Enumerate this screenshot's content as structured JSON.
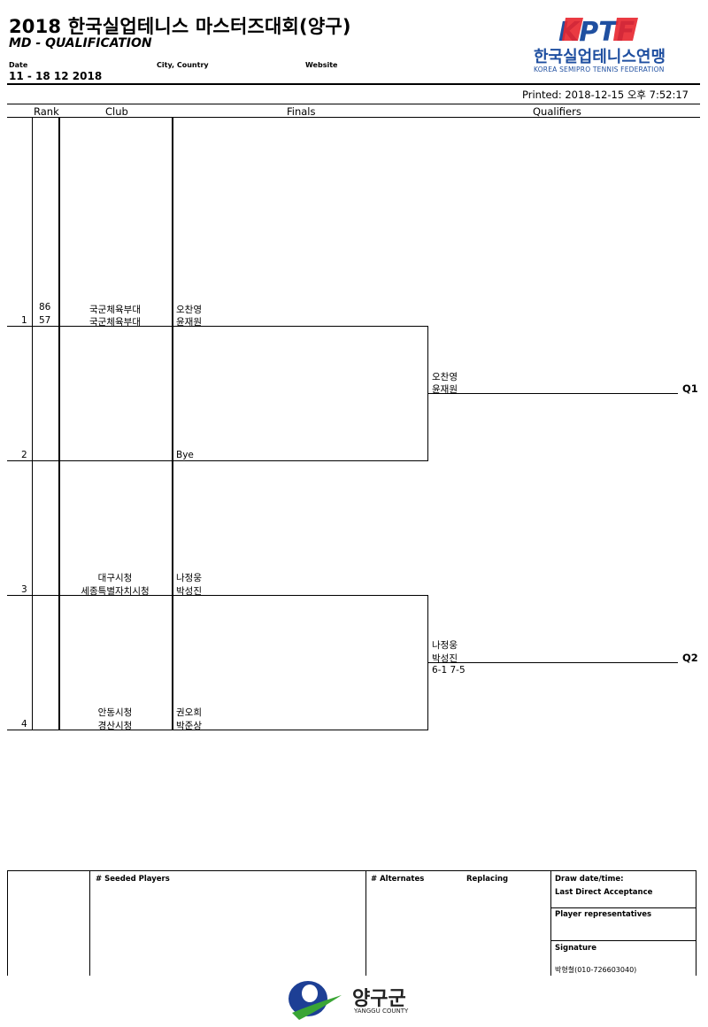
{
  "header": {
    "title": "2018 한국실업테니스 마스터즈대회(양구)",
    "subtitle": "MD - QUALIFICATION",
    "date_label": "Date",
    "date_value": "11 - 18 12 2018",
    "city_label": "City, Country",
    "website_label": "Website",
    "printed": "Printed: 2018-12-15 오후 7:52:17"
  },
  "logo": {
    "kptf_text": "KPTF",
    "org_korean": "한국실업테니스연맹",
    "org_english": "KOREA SEMIPRO TENNIS FEDERATION"
  },
  "columns": {
    "rank": "Rank",
    "club": "Club",
    "finals": "Finals",
    "qualifiers": "Qualifiers"
  },
  "draw": [
    {
      "pos": "1",
      "ranks": [
        "86",
        "57"
      ],
      "clubs": [
        "국군체육부대",
        "국군체육부대"
      ],
      "players": [
        "오찬영",
        "윤재원"
      ]
    },
    {
      "pos": "2",
      "ranks": [
        "",
        ""
      ],
      "clubs": [
        "",
        ""
      ],
      "players": [
        "",
        "Bye"
      ]
    },
    {
      "pos": "3",
      "ranks": [
        "",
        ""
      ],
      "clubs": [
        "대구시청",
        "세종특별자치시청"
      ],
      "players": [
        "나정웅",
        "박성진"
      ]
    },
    {
      "pos": "4",
      "ranks": [
        "",
        ""
      ],
      "clubs": [
        "안동시청",
        "경산시청"
      ],
      "players": [
        "권오희",
        "박준상"
      ]
    }
  ],
  "qualifiers": [
    {
      "label": "Q1",
      "players": [
        "오찬영",
        "윤재원"
      ],
      "score": ""
    },
    {
      "label": "Q2",
      "players": [
        "나정웅",
        "박성진"
      ],
      "score": "6-1 7-5"
    }
  ],
  "footer": {
    "seeded": "#   Seeded Players",
    "alternates": "# Alternates",
    "replacing": "Replacing",
    "draw_date": "Draw date/time:",
    "last_direct": "Last Direct Acceptance",
    "player_rep": "Player representatives",
    "signature": "Signature",
    "signer": "박형철(010-726603040)"
  },
  "sponsor": {
    "name_korean": "양구군",
    "name_english": "YANGGU COUNTY"
  },
  "colors": {
    "kptf_red": "#e8252d",
    "kptf_blue": "#1f4fa0",
    "yanggu_blue": "#1d3f95",
    "yanggu_green": "#3aa535"
  }
}
